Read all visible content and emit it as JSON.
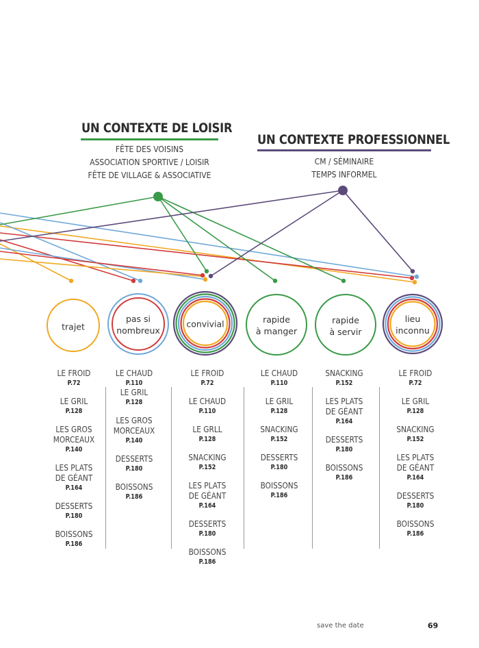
{
  "contexts": {
    "loisir": {
      "title": "UN CONTEXTE DE LOISIR",
      "items": [
        "FÊTE DES VOISINS",
        "ASSOCIATION SPORTIVE / LOISIR",
        "FÊTE DE VILLAGE & ASSOCIATIVE"
      ],
      "color": "#3a9a48"
    },
    "pro": {
      "title": "UN CONTEXTE PROFESSIONNEL",
      "items": [
        "CM / SÉMINAIRE",
        "TEMPS INFORMEL"
      ],
      "color": "#5c4a7a"
    }
  },
  "colors": {
    "green": "#3a9a48",
    "purple": "#5c4a7a",
    "blue": "#6fa8d8",
    "red": "#d23a3a",
    "yellow": "#f0a820"
  },
  "circles": [
    {
      "label": "trajet"
    },
    {
      "label": "pas si\nnombreux"
    },
    {
      "label": "convivial"
    },
    {
      "label": "rapide\nà manger"
    },
    {
      "label": "rapide\nà servir"
    },
    {
      "label": "lieu\ninconnu"
    }
  ],
  "columns": [
    [
      {
        "name": "LE FROID",
        "page": "P.72"
      },
      {
        "name": "LE GRIL",
        "page": "P.128"
      },
      {
        "name": "LES GROS\nMORCEAUX",
        "page": "P.140"
      },
      {
        "name": "LES PLATS\nDE GÉANT",
        "page": "P.164"
      },
      {
        "name": "DESSERTS",
        "page": "P.180"
      },
      {
        "name": "BOISSONS",
        "page": "P.186"
      }
    ],
    [
      {
        "name": "LE CHAUD",
        "page": "P.110"
      },
      {
        "name": "LE GRIL",
        "page": "P.128"
      },
      {
        "name": "LES GROS\nMORCEAUX",
        "page": "P.140"
      },
      {
        "name": "DESSERTS",
        "page": "P.180"
      },
      {
        "name": "BOISSONS",
        "page": "P.186"
      }
    ],
    [
      {
        "name": "LE FROID",
        "page": "P.72"
      },
      {
        "name": "LE CHAUD",
        "page": "P.110"
      },
      {
        "name": "LE GRLL",
        "page": "P.128"
      },
      {
        "name": "SNACKING",
        "page": "P.152"
      },
      {
        "name": "LES PLATS\nDE GÉANT",
        "page": "P.164"
      },
      {
        "name": "DESSERTS",
        "page": "P.180"
      },
      {
        "name": "BOISSONS",
        "page": "P.186"
      }
    ],
    [
      {
        "name": "LE CHAUD",
        "page": "P.110"
      },
      {
        "name": "LE GRIL",
        "page": "P.128"
      },
      {
        "name": "SNACKING",
        "page": "P.152"
      },
      {
        "name": "DESSERTS",
        "page": "P.180"
      },
      {
        "name": "BOISSONS",
        "page": "P.186"
      }
    ],
    [
      {
        "name": "SNACKING",
        "page": "P.152"
      },
      {
        "name": "LES PLATS\nDE GÉANT",
        "page": "P.164"
      },
      {
        "name": "DESSERTS",
        "page": "P.180"
      },
      {
        "name": "BOISSONS",
        "page": "P.186"
      }
    ],
    [
      {
        "name": "LE FROID",
        "page": "P.72"
      },
      {
        "name": "LE GRIL",
        "page": "P.128"
      },
      {
        "name": "SNACKING",
        "page": "P.152"
      },
      {
        "name": "LES PLATS\nDE GÉANT",
        "page": "P.164"
      },
      {
        "name": "DESSERTS",
        "page": "P.180"
      },
      {
        "name": "BOISSONS",
        "page": "P.186"
      }
    ]
  ],
  "footer": {
    "label": "save the date",
    "page_number": "69"
  }
}
